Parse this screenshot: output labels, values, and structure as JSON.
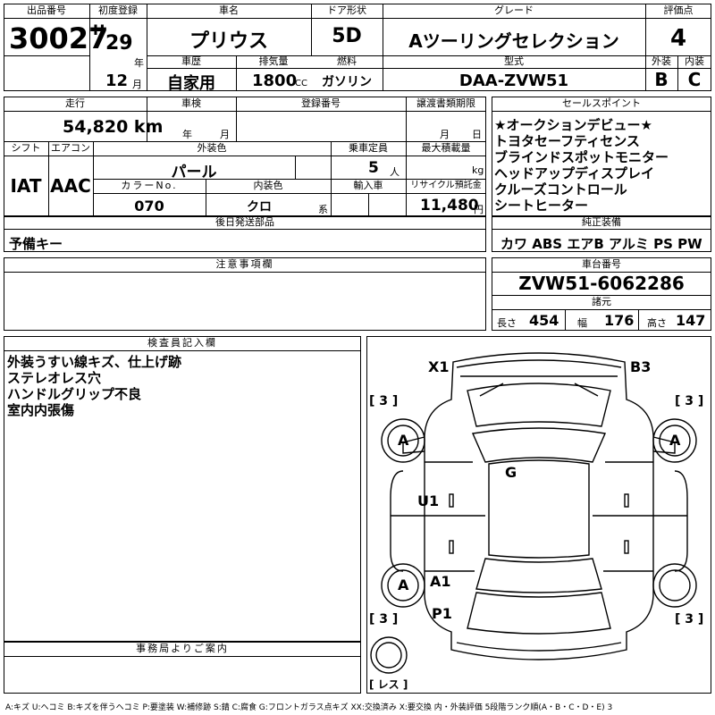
{
  "header": {
    "lot_no_label": "出品番号",
    "lot_no": "30027",
    "first_reg_label": "初度登録",
    "era": "H",
    "year": "29",
    "year_unit": "年",
    "month": "12",
    "month_unit": "月",
    "car_name_label": "車名",
    "car_name": "プリウス",
    "door_label": "ドア形状",
    "door": "5D",
    "grade_label": "グレード",
    "grade": "Aツーリングセレクション",
    "score_label": "評価点",
    "score": "4",
    "history_label": "車歴",
    "history": "自家用",
    "displacement_label": "排気量",
    "displacement": "1800",
    "displacement_unit": "CC",
    "fuel_label": "燃料",
    "fuel": "ガソリン",
    "model_label": "型式",
    "model": "DAA-ZVW51",
    "exterior_label": "外装",
    "exterior_grade": "B",
    "interior_label": "内装",
    "interior_grade": "C"
  },
  "specs": {
    "mileage_label": "走行",
    "mileage": "54,820 km",
    "inspection_label": "車検",
    "inspection_year_unit": "年",
    "inspection_month_unit": "月",
    "reg_no_label": "登録番号",
    "transfer_label": "譲渡書類期限",
    "transfer_month_unit": "月",
    "transfer_day_unit": "日",
    "shift_label": "シフト",
    "shift": "IAT",
    "ac_label": "エアコン",
    "ac": "AAC",
    "ext_color_label": "外装色",
    "ext_color": "パール",
    "capacity_label": "乗車定員",
    "capacity": "5",
    "capacity_unit": "人",
    "max_load_label": "最大積載量",
    "max_load_unit": "kg",
    "color_no_label": "カラーNo.",
    "color_no": "070",
    "int_color_label": "内装色",
    "int_color": "クロ",
    "int_color_unit": "系",
    "import_label": "輸入車",
    "recycle_label": "リサイクル預託金",
    "recycle": "11,480",
    "recycle_unit": "円"
  },
  "sales_points": {
    "label": "セールスポイント",
    "items": [
      "★オークションデビュー★",
      "トヨタセーフティセンス",
      "ブラインドスポットモニター",
      "ヘッドアップディスプレイ",
      "クルーズコントロール",
      "シートヒーター"
    ]
  },
  "later_parts": {
    "label": "後日発送部品",
    "value": "予備キー"
  },
  "equipment": {
    "label": "純正装備",
    "items": [
      "カワ",
      "ABS",
      "エアB",
      "アルミ",
      "PS",
      "PW"
    ]
  },
  "notes": {
    "label": "注意事項欄"
  },
  "chassis": {
    "label": "車台番号",
    "number": "ZVW51-6062286",
    "dims_label": "諸元",
    "length_label": "長さ",
    "length": "454",
    "width_label": "幅",
    "width": "176",
    "height_label": "高さ",
    "height": "147"
  },
  "inspector": {
    "label": "検査員記入欄",
    "items": [
      "外装うすい線キズ、仕上げ跡",
      "ステレオレス穴",
      "ハンドルグリップ不良",
      "室内内張傷"
    ]
  },
  "office": {
    "label": "事務局よりご案内"
  },
  "diagram": {
    "marks": {
      "x1": "X1",
      "b3": "B3",
      "g": "G",
      "u1": "U1",
      "a1": "A1",
      "p1": "P1",
      "tire_fl": "A",
      "tire_fr": "A",
      "tire_rl": "A"
    },
    "brackets": {
      "left_top": "[ 3 ]",
      "right_top": "[ 3 ]",
      "left_bottom": "[ 3 ]",
      "right_bottom": "[ 3 ]"
    },
    "spare_label": "[ レス ]"
  },
  "legend": "A:キズ U:ヘコミ B:キズを伴うヘコミ P:要塗装 W:補修跡 S:錆 C:腐食 G:フロントガラス点キズ XX:交換済み X:要交換  内・外装評価 5段階ランク順(A・B・C・D・E) 3"
}
